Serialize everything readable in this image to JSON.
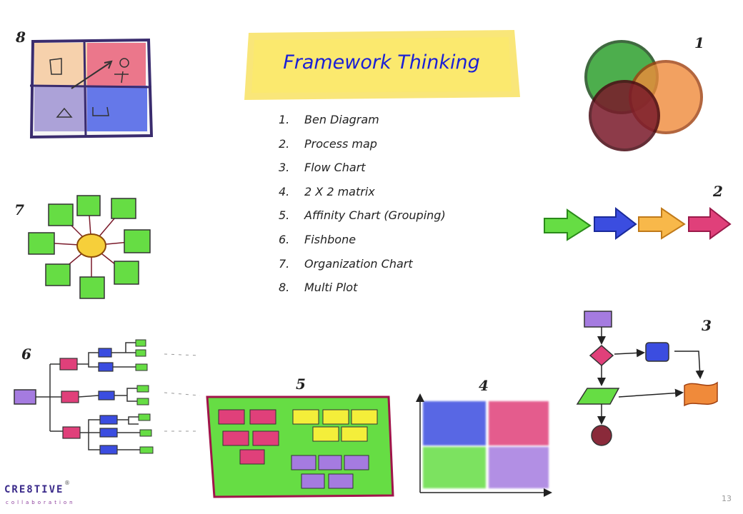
{
  "title": "Framework Thinking",
  "topics": [
    {
      "num": "1.",
      "label": "Ben Diagram"
    },
    {
      "num": "2.",
      "label": "Process map"
    },
    {
      "num": "3.",
      "label": "Flow Chart"
    },
    {
      "num": "4.",
      "label": "2 X 2 matrix"
    },
    {
      "num": "5.",
      "label": "Affinity Chart (Grouping)"
    },
    {
      "num": "6.",
      "label": "Fishbone"
    },
    {
      "num": "7.",
      "label": "Organization Chart"
    },
    {
      "num": "8.",
      "label": "Multi Plot"
    }
  ],
  "figure_numbers": {
    "venn": "1",
    "process": "2",
    "flow": "3",
    "matrix": "4",
    "affinity": "5",
    "fishbone": "6",
    "org": "7",
    "multiplot": "8"
  },
  "page_number": "13",
  "logo": {
    "word": "CRE8TIVE",
    "sub": "collaboration",
    "mark": "®"
  },
  "colors": {
    "title_text": "#1a1fd6",
    "banner": "#f8e36a",
    "green": "#66dd44",
    "blue": "#3b4de0",
    "pink": "#e0407a",
    "purple": "#a57be0",
    "orange": "#f08a3a",
    "yellow": "#f4ee3a",
    "dark_red": "#7a1a2a",
    "dark_green": "#1f6b1f"
  }
}
